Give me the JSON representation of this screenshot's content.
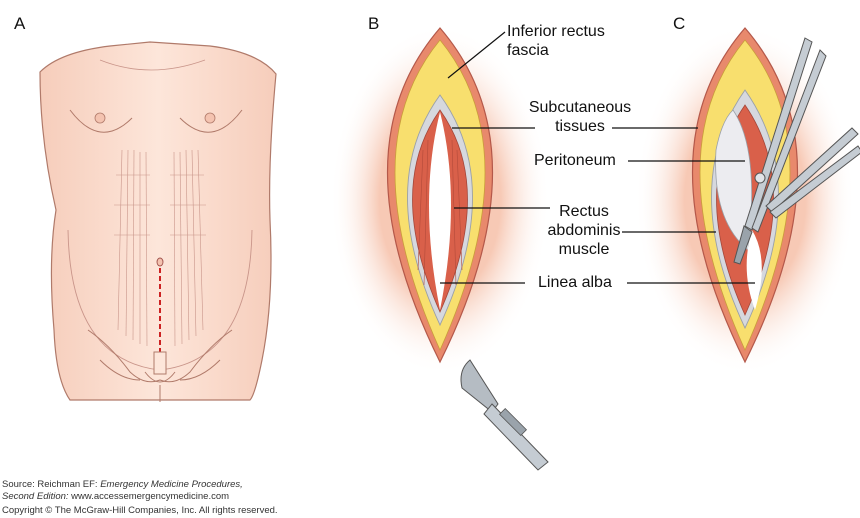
{
  "panels": {
    "a": "A",
    "b": "B",
    "c": "C"
  },
  "labels": {
    "inferior_rectus_fascia": [
      "Inferior rectus",
      "fascia"
    ],
    "subcutaneous_tissues": [
      "Subcutaneous",
      "tissues"
    ],
    "peritoneum": "Peritoneum",
    "rectus_abdominis_muscle": [
      "Rectus",
      "abdominis",
      "muscle"
    ],
    "linea_alba": "Linea alba"
  },
  "footer": {
    "source_prefix": "Source: Reichman EF: ",
    "source_title": "Emergency Medicine Procedures,",
    "edition": "Second Edition:",
    "edition_url": " www.accessemergencymedicine.com",
    "copyright": "Copyright © The McGraw-Hill Companies, Inc. All rights reserved."
  },
  "colors": {
    "skin": "#fbe3d6",
    "skin_outline": "#b07a6a",
    "fascia": "#fde98a",
    "fat": "#f5d36a",
    "muscle": "#d9604a",
    "incision_rim": "#e07a5a",
    "peritoneum": "#d8d8de",
    "linea": "#ffffff",
    "incision_line": "#cc2222",
    "instrument": "#9aa3ab"
  }
}
